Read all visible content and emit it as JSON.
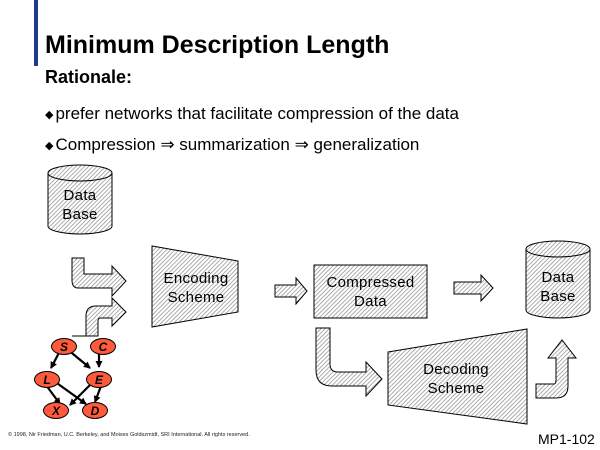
{
  "slide": {
    "title": "Minimum Description Length",
    "subtitle": "Rationale:",
    "bullets": [
      "prefer networks that facilitate compression of the data",
      "Compression ⇒ summarization ⇒ generalization"
    ],
    "bullet_glyph": "◆",
    "accent_color": "#1f3a93",
    "hatch_color": "#9a9a9a"
  },
  "diagram": {
    "database_top_label": "Data\nBase",
    "encoding_label": "Encoding\nScheme",
    "compressed_label": "Compressed\nData",
    "database_right_label": "Data\nBase",
    "decoding_label": "Decoding\nScheme",
    "network_nodes": [
      "S",
      "C",
      "L",
      "E",
      "X",
      "D"
    ],
    "node_color": "#ff5a3c"
  },
  "footer": {
    "copyright": "© 1998, Nir Friedman, U.C. Berkeley, and Moises Goldszmidt, SRI International. All rights reserved.",
    "slide_number": "MP1-102"
  }
}
